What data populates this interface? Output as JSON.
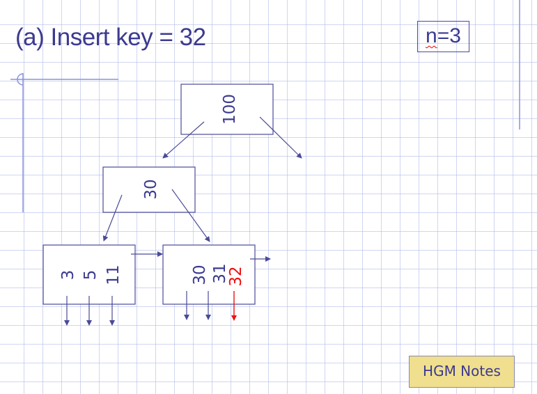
{
  "slide": {
    "title": "(a) Insert key = 32",
    "order_label": {
      "var": "n",
      "rest": "=3"
    },
    "footer_button": "HGM Notes"
  },
  "tree": {
    "root": {
      "keys": [
        "100"
      ]
    },
    "internal": {
      "keys": [
        "30"
      ]
    },
    "leaves": [
      {
        "keys": [
          "3",
          "5",
          "11"
        ]
      },
      {
        "keys": [
          "30",
          "31"
        ],
        "inserted_key": "32"
      }
    ]
  },
  "colors": {
    "ink": "#3c3a8f",
    "inserted": "#ee1111",
    "notes_bg": "#f0df8e"
  }
}
